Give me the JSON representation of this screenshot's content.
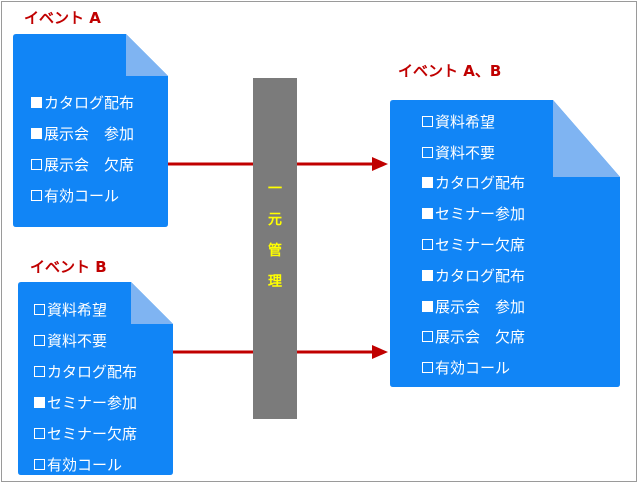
{
  "colors": {
    "doc_fill": "#1185f6",
    "doc_fold": "#7fb4f2",
    "caption": "#c00000",
    "bar": "#7b7b7b",
    "bar_text": "#ffff00",
    "arrow": "#c00000",
    "item_text": "#ffffff"
  },
  "event_a": {
    "caption": "イベント A",
    "items": [
      {
        "text": "カタログ配布",
        "checked": true
      },
      {
        "text": "展示会　参加",
        "checked": true
      },
      {
        "text": "展示会　欠席",
        "checked": false
      },
      {
        "text": "有効コール",
        "checked": false
      }
    ]
  },
  "event_b": {
    "caption": "イベント B",
    "items": [
      {
        "text": "資料希望",
        "checked": false
      },
      {
        "text": "資料不要",
        "checked": false
      },
      {
        "text": "カタログ配布",
        "checked": false
      },
      {
        "text": "セミナー参加",
        "checked": true
      },
      {
        "text": "セミナー欠席",
        "checked": false
      },
      {
        "text": "有効コール",
        "checked": false
      }
    ]
  },
  "event_ab": {
    "caption": "イベント A、B",
    "items": [
      {
        "text": "資料希望",
        "checked": false
      },
      {
        "text": "資料不要",
        "checked": false
      },
      {
        "text": "カタログ配布",
        "checked": true
      },
      {
        "text": "セミナー参加",
        "checked": true
      },
      {
        "text": "セミナー欠席",
        "checked": false
      },
      {
        "text": "カタログ配布",
        "checked": true
      },
      {
        "text": "展示会　参加",
        "checked": true
      },
      {
        "text": "展示会　欠席",
        "checked": false
      },
      {
        "text": "有効コール",
        "checked": false
      }
    ]
  },
  "center_bar": {
    "chars": [
      "一",
      "元",
      "管",
      "理"
    ]
  }
}
